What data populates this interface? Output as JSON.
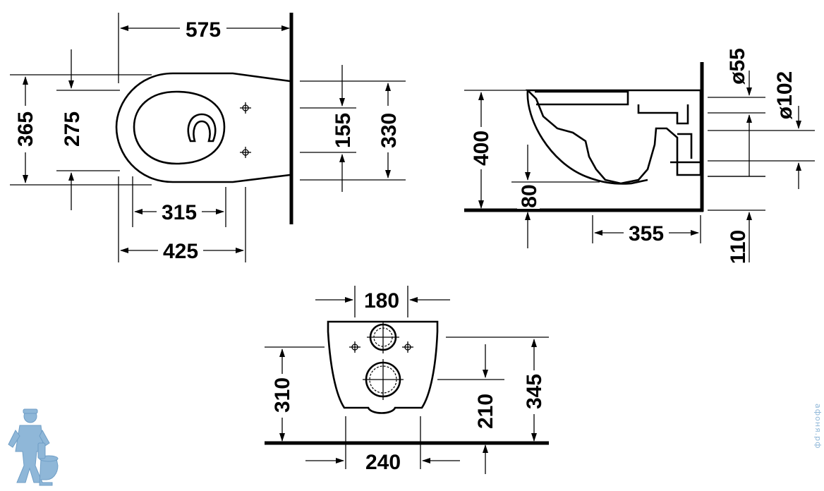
{
  "dimensions": {
    "top_view": {
      "overall_length": "575",
      "overall_width": "365",
      "seat_opening_width": "275",
      "bolt_spacing": "155",
      "depth_330": "330",
      "length_315": "315",
      "length_425": "425"
    },
    "side_view": {
      "height": "400",
      "outlet_diameter": "ø55",
      "inlet_diameter": "ø102",
      "height_80": "80",
      "length_355": "355",
      "height_110": "110"
    },
    "rear_view": {
      "width_top": "180",
      "height_310": "310",
      "height_210": "210",
      "height_345": "345",
      "width_240": "240"
    }
  },
  "logo": {
    "name": "plumber-mascot-icon"
  },
  "watermark": "афоня.рф",
  "colors": {
    "line": "#000000",
    "logo": "#8fb7d8"
  }
}
